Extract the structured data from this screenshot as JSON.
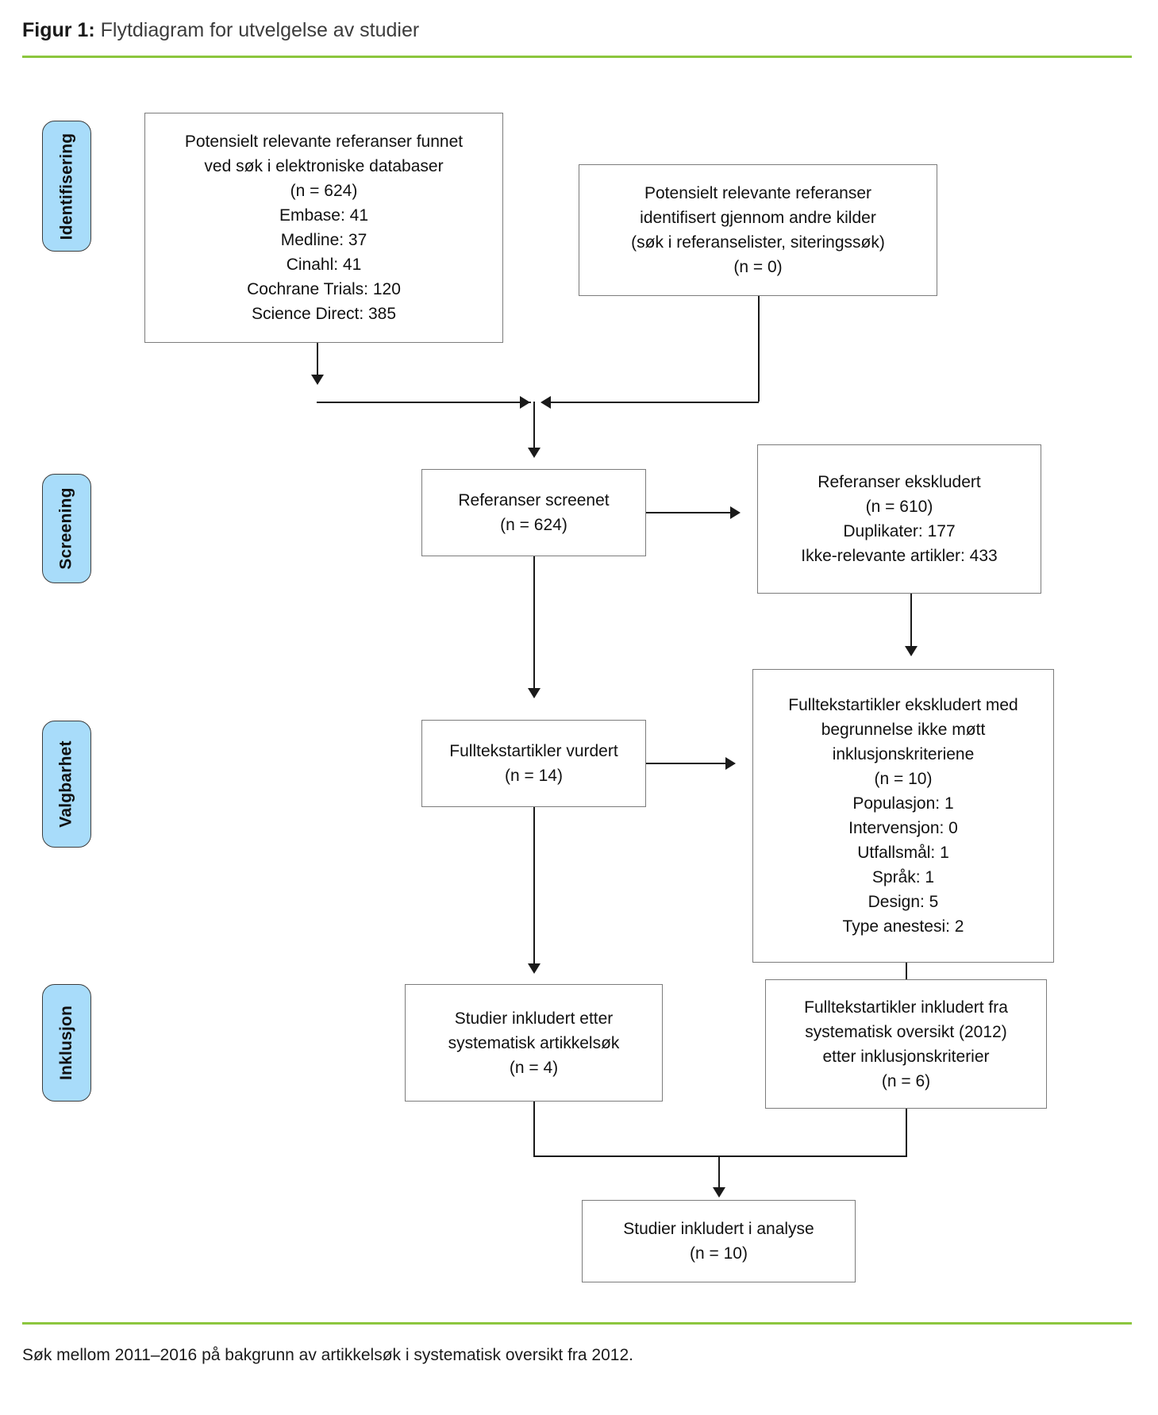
{
  "header": {
    "figure_label": "Figur 1:",
    "caption": "Flytdiagram for utvelgelse av studier",
    "rule_color": "#8cc63e"
  },
  "footer": {
    "note": "Søk mellom 2011–2016 på bakgrunn av artikkelsøk i systematisk oversikt fra 2012.",
    "rule_color": "#8cc63e"
  },
  "stages": [
    {
      "id": "identifisering",
      "label": "Identifisering"
    },
    {
      "id": "screening",
      "label": "Screening"
    },
    {
      "id": "valgbarhet",
      "label": "Valgbarhet"
    },
    {
      "id": "inklusjon",
      "label": "Inklusjon"
    }
  ],
  "stage_pill_color": "#a8dcfa",
  "boxes": {
    "databases": {
      "lines": [
        "Potensielt relevante referanser funnet",
        "ved søk i elektroniske databaser",
        "(n = 624)",
        "Embase: 41",
        "Medline: 37",
        "Cinahl: 41",
        "Cochrane Trials: 120",
        "Science Direct: 385"
      ]
    },
    "other_sources": {
      "lines": [
        "Potensielt relevante referanser",
        "identifisert gjennom andre kilder",
        "(søk i referanselister, siteringssøk)",
        "(n = 0)"
      ]
    },
    "screened": {
      "lines": [
        "Referanser screenet",
        "(n = 624)"
      ]
    },
    "excluded_refs": {
      "lines": [
        "Referanser ekskludert",
        "(n = 610)",
        "Duplikater: 177",
        "Ikke-relevante artikler: 433"
      ]
    },
    "fulltext_assessed": {
      "lines": [
        "Fulltekstartikler vurdert",
        "(n = 14)"
      ]
    },
    "fulltext_excluded": {
      "lines": [
        "Fulltekstartikler ekskludert med",
        "begrunnelse ikke møtt",
        "inklusjonskriteriene",
        "(n = 10)",
        "Populasjon: 1",
        "Intervensjon: 0",
        "Utfallsmål: 1",
        "Språk: 1",
        "Design: 5",
        "Type anestesi: 2"
      ]
    },
    "included_search": {
      "lines": [
        "Studier inkludert etter",
        "systematisk artikkelsøk",
        "(n = 4)"
      ]
    },
    "included_review": {
      "lines": [
        "Fulltekstartikler inkludert fra",
        "systematisk oversikt (2012)",
        "etter inklusjonskriterier",
        "(n = 6)"
      ]
    },
    "final": {
      "lines": [
        "Studier inkludert i analyse",
        "(n = 10)"
      ]
    }
  },
  "chart_data": {
    "type": "diagram",
    "title": "Flytdiagram for utvelgelse av studier",
    "flow": [
      {
        "node": "databases",
        "n": 624,
        "stage": "Identifisering"
      },
      {
        "node": "other_sources",
        "n": 0,
        "stage": "Identifisering"
      },
      {
        "node": "screened",
        "n": 624,
        "stage": "Screening"
      },
      {
        "node": "excluded_refs",
        "n": 610,
        "stage": "Screening"
      },
      {
        "node": "fulltext_assessed",
        "n": 14,
        "stage": "Valgbarhet"
      },
      {
        "node": "fulltext_excluded",
        "n": 10,
        "stage": "Valgbarhet"
      },
      {
        "node": "included_search",
        "n": 4,
        "stage": "Inklusjon"
      },
      {
        "node": "included_review",
        "n": 6,
        "stage": "Inklusjon"
      },
      {
        "node": "final",
        "n": 10,
        "stage": "Inklusjon"
      }
    ],
    "breakdowns": {
      "databases": {
        "Embase": 41,
        "Medline": 37,
        "Cinahl": 41,
        "Cochrane Trials": 120,
        "Science Direct": 385
      },
      "excluded_refs": {
        "Duplikater": 177,
        "Ikke-relevante artikler": 433
      },
      "fulltext_excluded": {
        "Populasjon": 1,
        "Intervensjon": 0,
        "Utfallsmål": 1,
        "Språk": 1,
        "Design": 5,
        "Type anestesi": 2
      }
    }
  }
}
